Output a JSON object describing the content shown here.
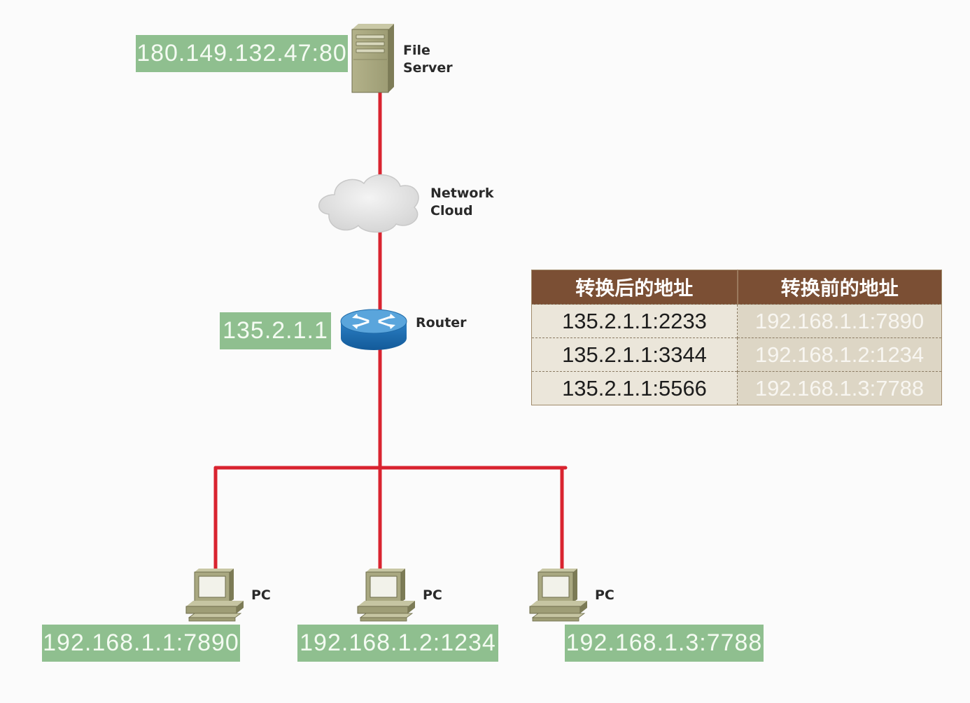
{
  "diagram": {
    "file_server": {
      "label": "File\nServer",
      "address": "180.149.132.47:80"
    },
    "cloud": {
      "label": "Network\nCloud"
    },
    "router": {
      "label": "Router",
      "address": "135.2.1.1"
    },
    "pcs": [
      {
        "label": "PC",
        "address": "192.168.1.1:7890"
      },
      {
        "label": "PC",
        "address": "192.168.1.2:1234"
      },
      {
        "label": "PC",
        "address": "192.168.1.3:7788"
      }
    ],
    "link_color": "#d9232f",
    "address_box_color": "#8fbf8f"
  },
  "nat_table": {
    "headers": [
      "转换后的地址",
      "转换前的地址"
    ],
    "rows": [
      {
        "after": "135.2.1.1:2233",
        "before": "192.168.1.1:7890"
      },
      {
        "after": "135.2.1.1:3344",
        "before": "192.168.1.2:1234"
      },
      {
        "after": "135.2.1.1:5566",
        "before": "192.168.1.3:7788"
      }
    ],
    "header_color": "#7b4f34"
  }
}
